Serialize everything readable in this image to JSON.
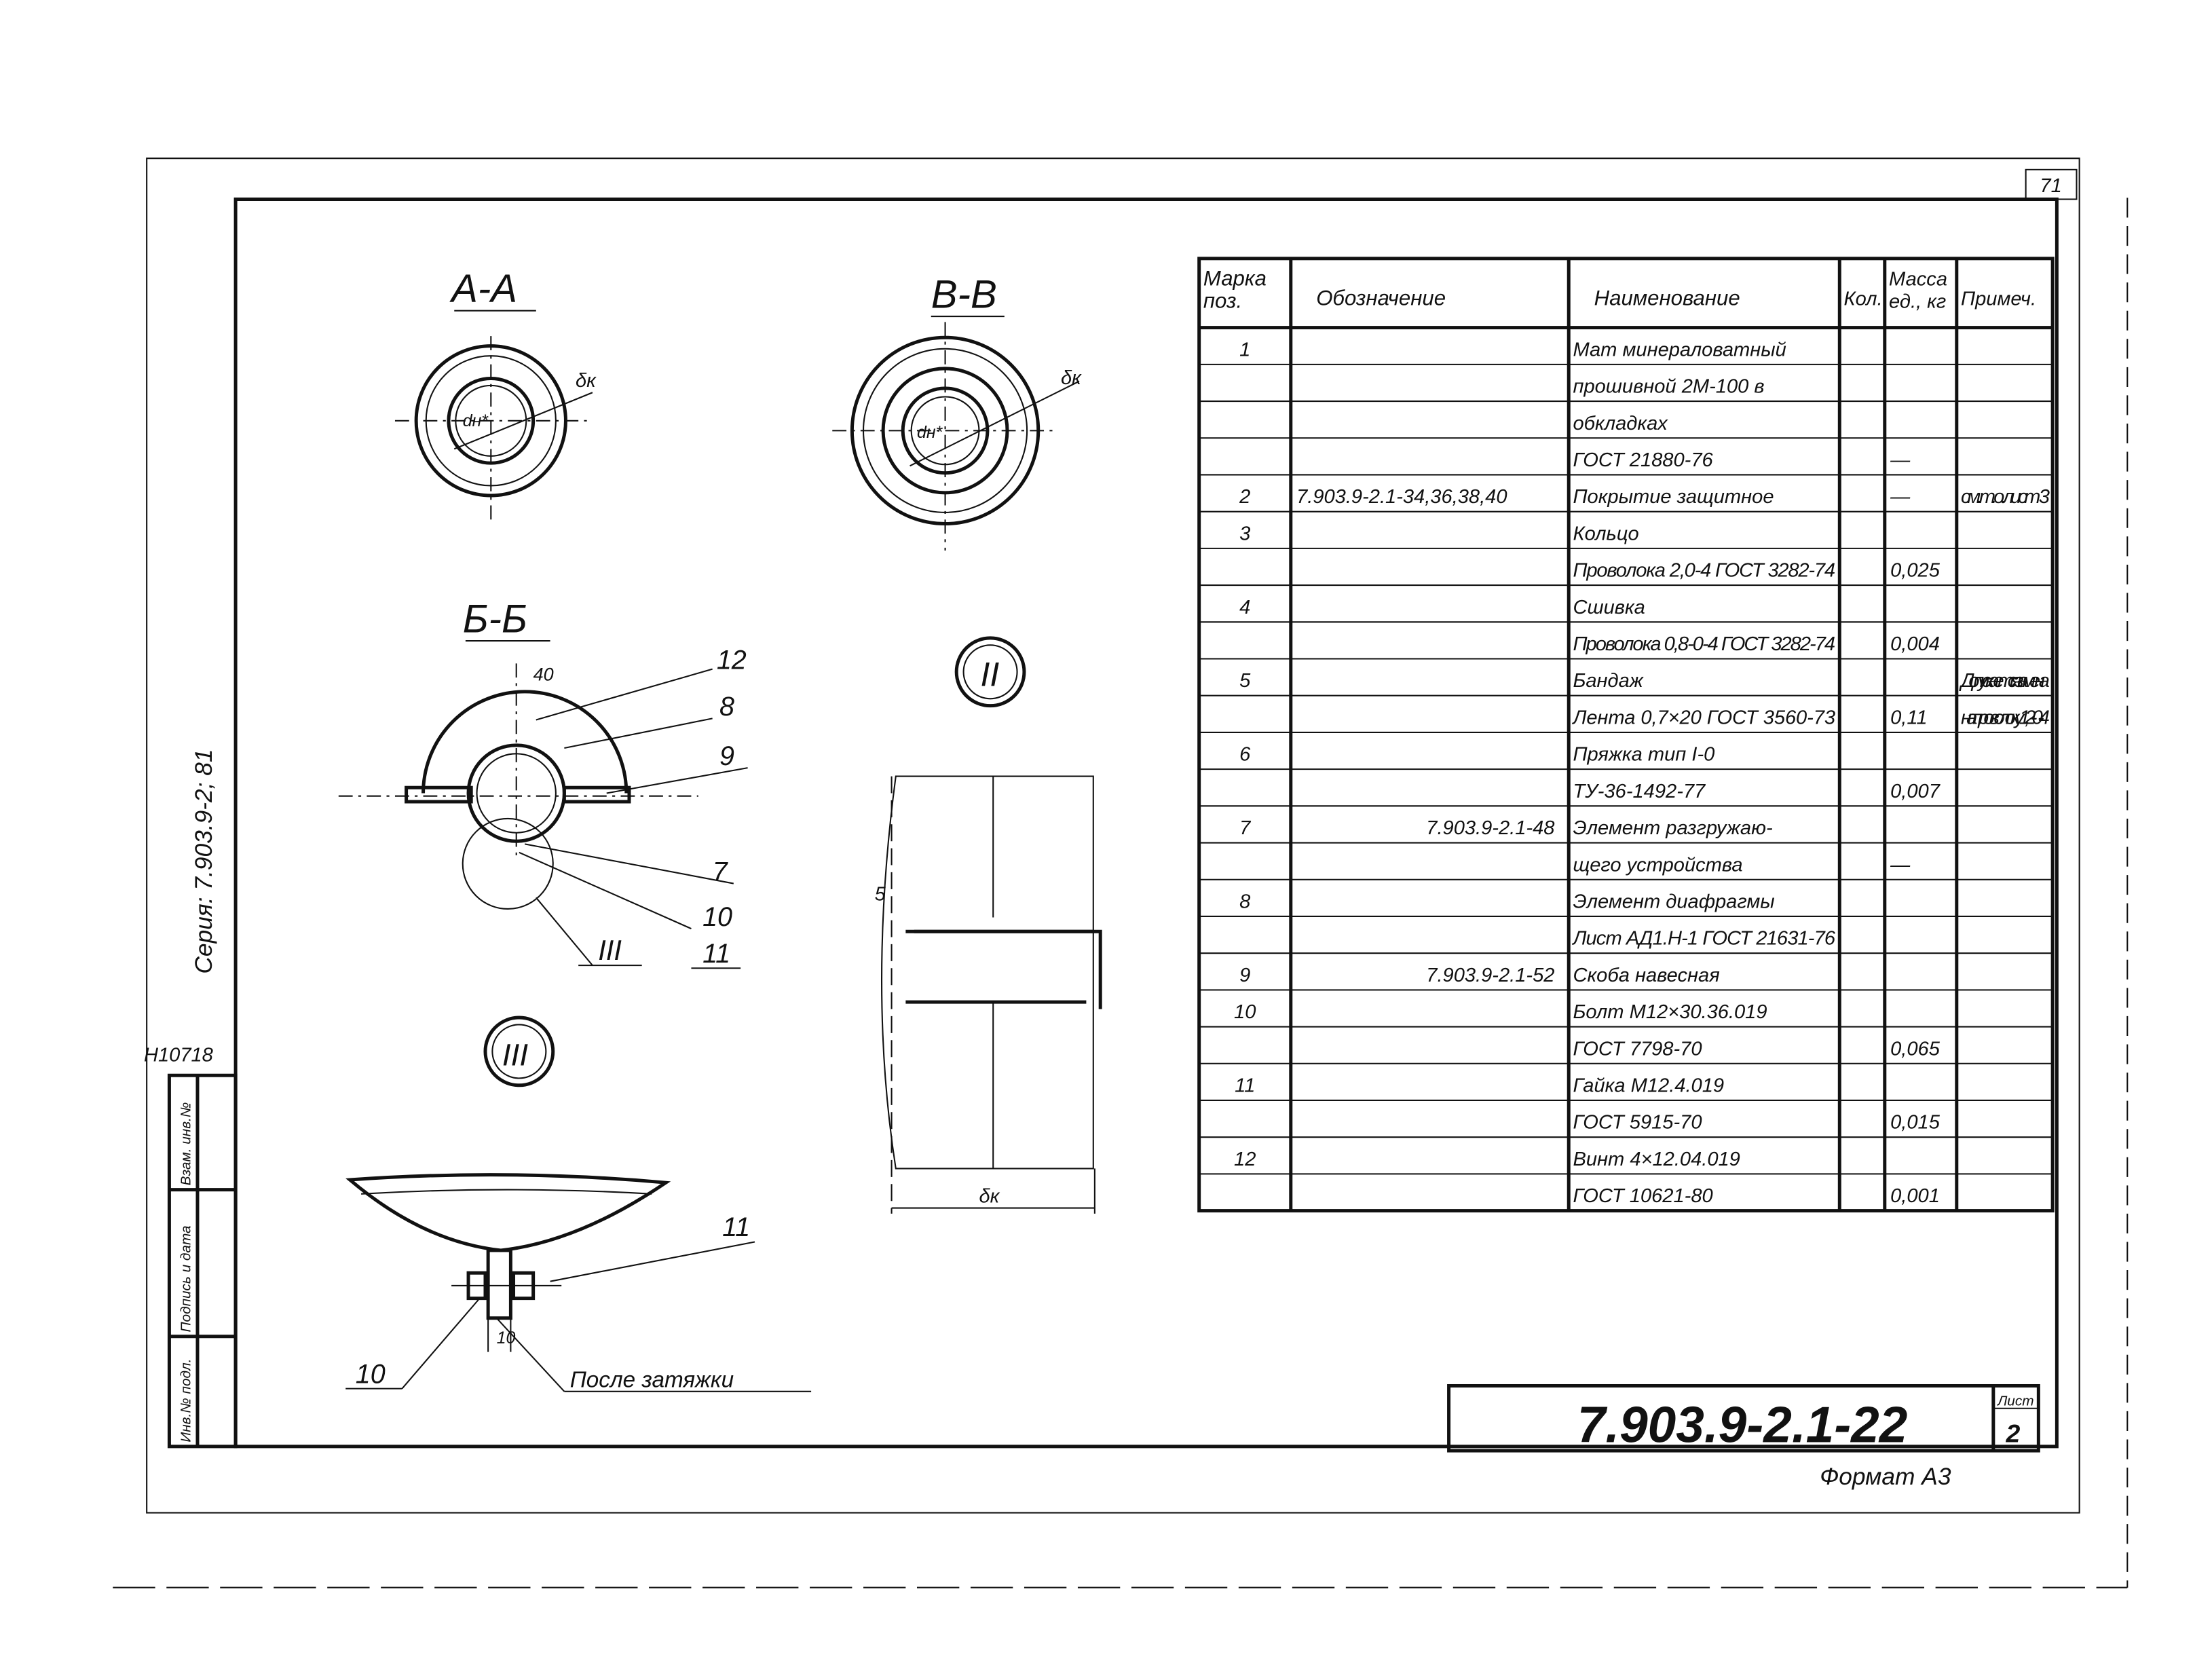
{
  "sheet": {
    "page_number": "71",
    "series": "Серия: 7.903.9-2; 81",
    "inventory_code": "Н10718",
    "margin_labels": [
      "Инв.№ подл.",
      "Подпись и дата",
      "Взам. инв.№"
    ],
    "designation": "7.903.9-2.1-22",
    "sheet_label": "Лист",
    "sheet_no": "2",
    "format": "Формат А3"
  },
  "views": {
    "aa": {
      "title": "А-А",
      "dim_thickness": "δк",
      "dim_diameter": "dн*"
    },
    "vv": {
      "title": "В-В",
      "dim_thickness": "δк",
      "dim_diameter": "dн*"
    },
    "bb": {
      "title": "Б-Б",
      "dim_40": "40",
      "callouts": [
        "12",
        "8",
        "9",
        "7",
        "10",
        "11"
      ],
      "detail_ref": "III"
    },
    "detail2": {
      "label": "II",
      "dim_5": "5",
      "dim_thickness": "δк"
    },
    "detail3": {
      "label": "III",
      "callout_11": "11",
      "callout_10": "10",
      "dim_10": "10",
      "note": "После затяжки"
    }
  },
  "spec_table": {
    "headers": [
      "Марка поз.",
      "Обозначение",
      "Наименование",
      "Кол.",
      "Масса ед., кг",
      "Примеч."
    ],
    "header_lines": [
      [
        "Марка",
        "поз."
      ],
      [
        "Обозначение"
      ],
      [
        "Наименование"
      ],
      [
        "Кол."
      ],
      [
        "Масса",
        "ед., кг"
      ],
      [
        "Примеч."
      ]
    ],
    "rows": [
      [
        "1",
        "",
        "Мат минераловатный",
        "",
        "",
        ""
      ],
      [
        "",
        "",
        "прошивной 2М-100 в",
        "",
        "",
        ""
      ],
      [
        "",
        "",
        "обкладках",
        "",
        "",
        ""
      ],
      [
        "",
        "",
        "ГОСТ 21880-76",
        "",
        "—",
        ""
      ],
      [
        "2",
        "7.903.9-2.1-34,36,38,40",
        "Покрытие защитное",
        "",
        "—",
        "см.т.о.лист 3"
      ],
      [
        "3",
        "",
        "Кольцо",
        "",
        "",
        ""
      ],
      [
        "",
        "",
        "Проволока 2,0-4 ГОСТ 3282-74",
        "",
        "0,025",
        ""
      ],
      [
        "4",
        "",
        "Сшивка",
        "",
        "",
        ""
      ],
      [
        "",
        "",
        "Проволока 0,8-0-4 ГОСТ 3282-74",
        "",
        "0,004",
        ""
      ],
      [
        "5",
        "",
        "Бандаж",
        "",
        "",
        "Допускается замена"
      ],
      [
        "",
        "",
        "Лента 0,7×20 ГОСТ 3560-73",
        "",
        "0,11",
        "на проволоку 1,2-0-4"
      ],
      [
        "6",
        "",
        "Пряжка тип I-0",
        "",
        "",
        ""
      ],
      [
        "",
        "",
        "ТУ-36-1492-77",
        "",
        "0,007",
        ""
      ],
      [
        "7",
        "7.903.9-2.1-48",
        "Элемент разгружаю-",
        "",
        "",
        ""
      ],
      [
        "",
        "",
        "щего устройства",
        "",
        "—",
        ""
      ],
      [
        "8",
        "",
        "Элемент диафрагмы",
        "",
        "",
        ""
      ],
      [
        "",
        "",
        "Лист АД1.Н-1 ГОСТ 21631-76",
        "",
        "",
        ""
      ],
      [
        "9",
        "7.903.9-2.1-52",
        "Скоба навесная",
        "",
        "",
        ""
      ],
      [
        "10",
        "",
        "Болт М12×30.36.019",
        "",
        "",
        ""
      ],
      [
        "",
        "",
        "ГОСТ 7798-70",
        "",
        "0,065",
        ""
      ],
      [
        "11",
        "",
        "Гайка М12.4.019",
        "",
        "",
        ""
      ],
      [
        "",
        "",
        "ГОСТ 5915-70",
        "",
        "0,015",
        ""
      ],
      [
        "12",
        "",
        "Винт 4×12.04.019",
        "",
        "",
        ""
      ],
      [
        "",
        "",
        "ГОСТ 10621-80",
        "",
        "0,001",
        ""
      ]
    ]
  }
}
